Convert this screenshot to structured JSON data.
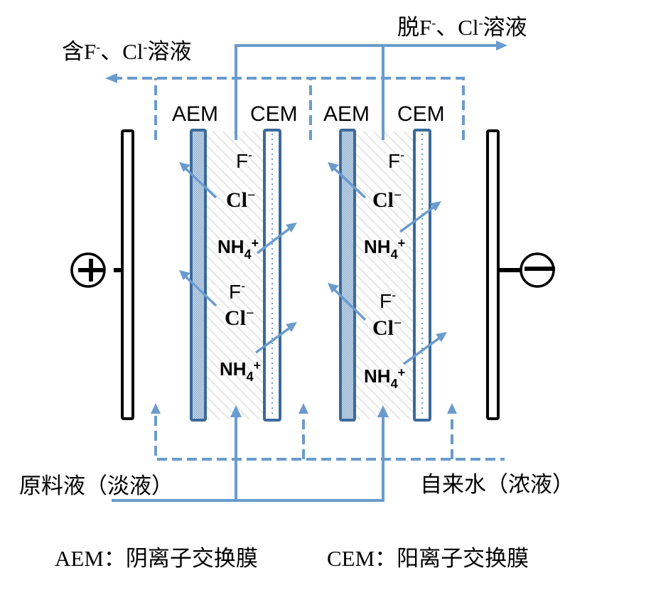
{
  "title_outlet_left": "含F⁻、Cl⁻溶液",
  "title_outlet_left_parts": {
    "prefix": "含F",
    "sep": "、Cl",
    "suffix": "溶液",
    "sup": "-"
  },
  "title_outlet_right_parts": {
    "prefix": "脱F",
    "sep": "、Cl",
    "suffix": "溶液",
    "sup": "-"
  },
  "title_outlet_right": "脱F⁻、Cl⁻溶液",
  "membranes": [
    {
      "label": "AEM",
      "type": "anion"
    },
    {
      "label": "CEM",
      "type": "cation"
    },
    {
      "label": "AEM",
      "type": "anion"
    },
    {
      "label": "CEM",
      "type": "cation"
    }
  ],
  "electrodes": {
    "anode_symbol": "plus",
    "cathode_symbol": "minus"
  },
  "ions": {
    "fluoride": "F",
    "fluoride_charge": "-",
    "chloride": "Cl",
    "chloride_charge": "−",
    "ammonium": "NH",
    "ammonium_sub": "4",
    "ammonium_charge": "+"
  },
  "inlet_left": "原料液（淡液）",
  "inlet_right": "自来水（浓液）",
  "legend": {
    "aem": "AEM：阴离子交换膜",
    "cem": "CEM：阳离子交换膜"
  },
  "colors": {
    "flow": "#6a9bcd",
    "membrane_border": "#3b6a9b",
    "membrane_fill": "#b8cde2",
    "electrode": "#000000"
  }
}
